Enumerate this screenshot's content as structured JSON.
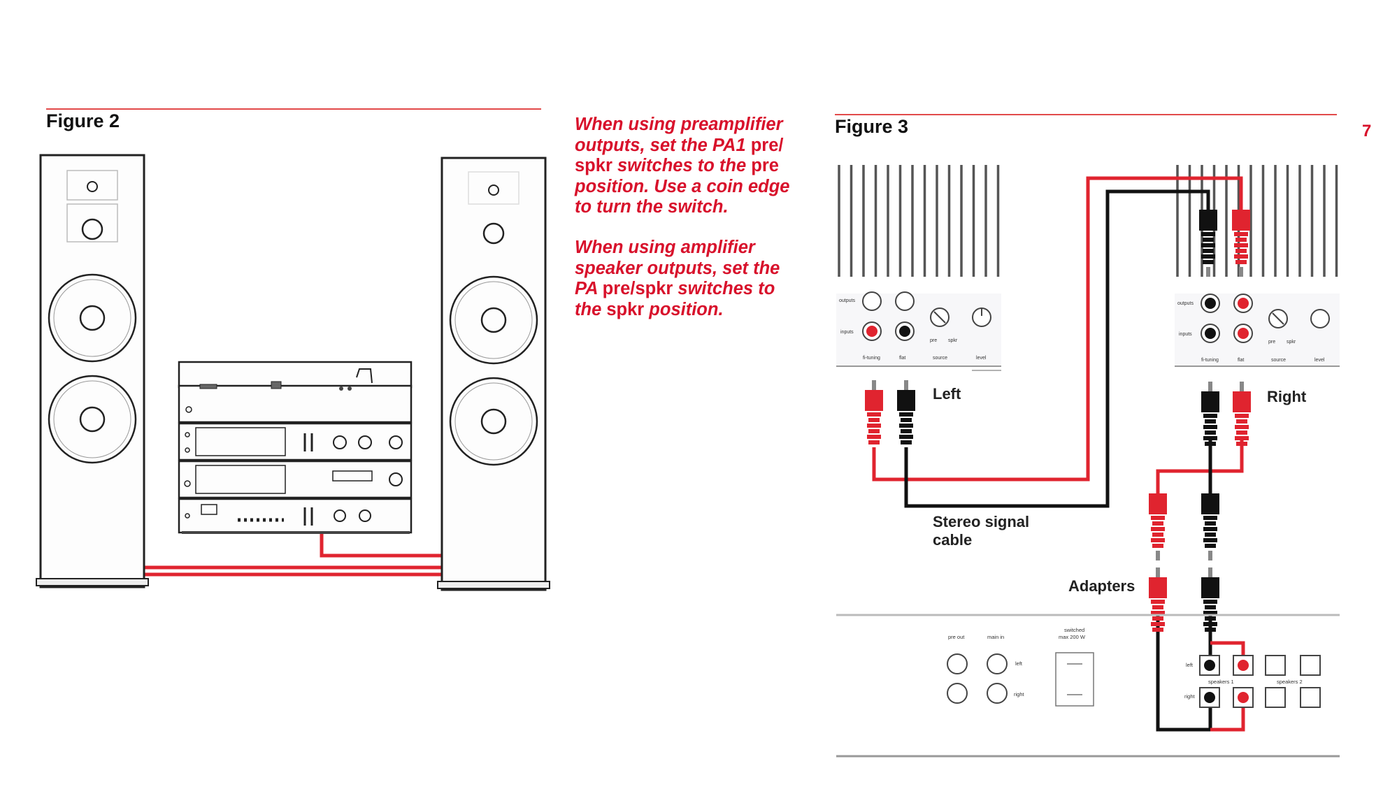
{
  "figure2": {
    "title": "Figure 2"
  },
  "note": {
    "para1": [
      {
        "t": "When using preamplifier outputs, set the PA1 ",
        "b": false
      },
      {
        "t": "pre/ spkr",
        "b": true
      },
      {
        "t": " switches to the ",
        "b": false
      },
      {
        "t": "pre",
        "b": true
      },
      {
        "t": " position. Use a coin edge to turn the switch.",
        "b": false
      }
    ],
    "para2": [
      {
        "t": "When using amplifier speaker outputs, set the PA ",
        "b": false
      },
      {
        "t": "pre/spkr",
        "b": true
      },
      {
        "t": " switches to the ",
        "b": false
      },
      {
        "t": "spkr",
        "b": true
      },
      {
        "t": " position.",
        "b": false
      }
    ]
  },
  "figure3": {
    "title": "Figure 3",
    "page_number": "7",
    "labels": {
      "left": "Left",
      "right": "Right",
      "cable_line1": "Stereo signal",
      "cable_line2": "cable",
      "adapters": "Adapters"
    },
    "amp_panel": {
      "outputs": "outputs",
      "inputs": "inputs",
      "pre": "pre",
      "spkr": "spkr",
      "tuning": "fi-tuning",
      "flat": "flat",
      "source": "source",
      "level": "level"
    },
    "bottom_panel": {
      "pre_out": "pre out",
      "main_in": "main in",
      "left": "left",
      "right": "right",
      "switched_line1": "switched",
      "switched_line2": "max 200 W",
      "speakers1": "speakers 1",
      "speakers2": "speakers 2"
    }
  },
  "colors": {
    "accent_red": "#d8112b",
    "rule_red": "#e24a4a",
    "ink": "#111111"
  }
}
